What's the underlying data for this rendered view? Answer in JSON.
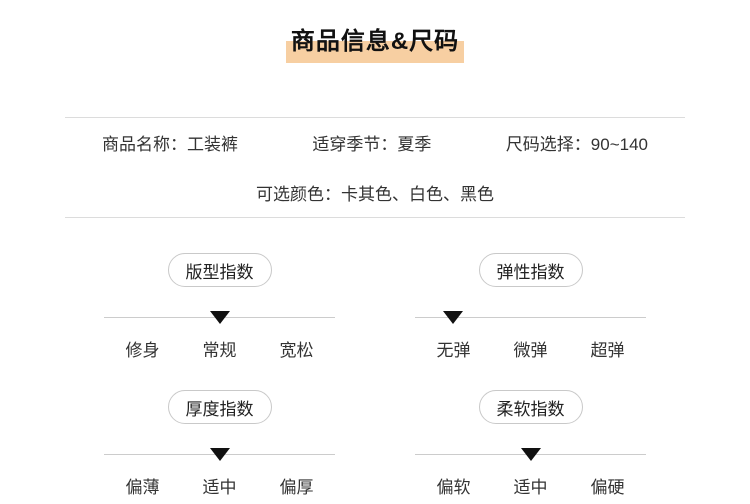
{
  "title": {
    "text": "商品信息&尺码"
  },
  "colors": {
    "highlight": "#f7cfa2",
    "marker": "#111111",
    "line": "#cccccc"
  },
  "info": {
    "fields": [
      "商品名称：工装裤",
      "适穿季节：夏季",
      "尺码选择：90~140"
    ],
    "colors_row": "可选颜色：卡其色、白色、黑色"
  },
  "indicators": [
    {
      "name": "版型指数",
      "options": [
        "修身",
        "常规",
        "宽松"
      ],
      "selected_index": 1,
      "selected_option": "常规"
    },
    {
      "name": "弹性指数",
      "options": [
        "无弹",
        "微弹",
        "超弹"
      ],
      "selected_index": 0,
      "selected_option": "无弹"
    },
    {
      "name": "厚度指数",
      "options": [
        "偏薄",
        "适中",
        "偏厚"
      ],
      "selected_index": 1,
      "selected_option": "适中"
    },
    {
      "name": "柔软指数",
      "options": [
        "偏软",
        "适中",
        "偏硬"
      ],
      "selected_index": 1,
      "selected_option": "适中"
    }
  ]
}
